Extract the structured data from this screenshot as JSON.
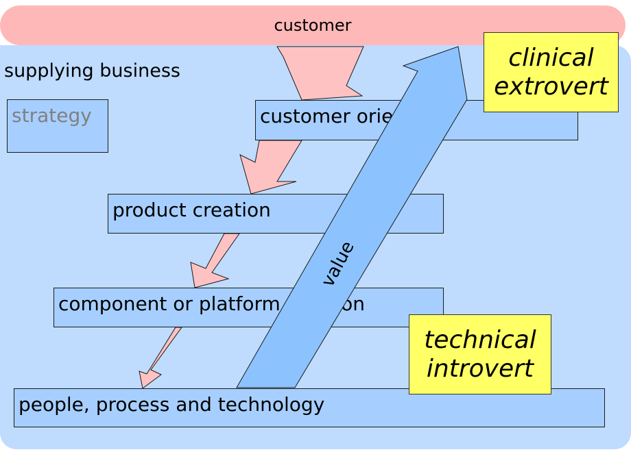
{
  "customer_label": "customer",
  "business_label": "supplying business",
  "strategy_label": "strategy",
  "levels": {
    "customer_oriented": "customer oriented",
    "product_creation": "product creation",
    "component_creation": "component or platform creation",
    "people_process": "people, process and technology"
  },
  "notes": {
    "clinical_line1": "clinical",
    "clinical_line2": "extrovert",
    "technical_line1": "technical",
    "technical_line2": "introvert"
  },
  "value_label": "value",
  "colors": {
    "customer_band": "#ffb8b8",
    "business_area": "#bfdcff",
    "box_fill": "#a6cfff",
    "value_arrow": "#8cc3ff",
    "demand_arrow": "#ffc2c2",
    "note_fill": "#ffff66"
  }
}
